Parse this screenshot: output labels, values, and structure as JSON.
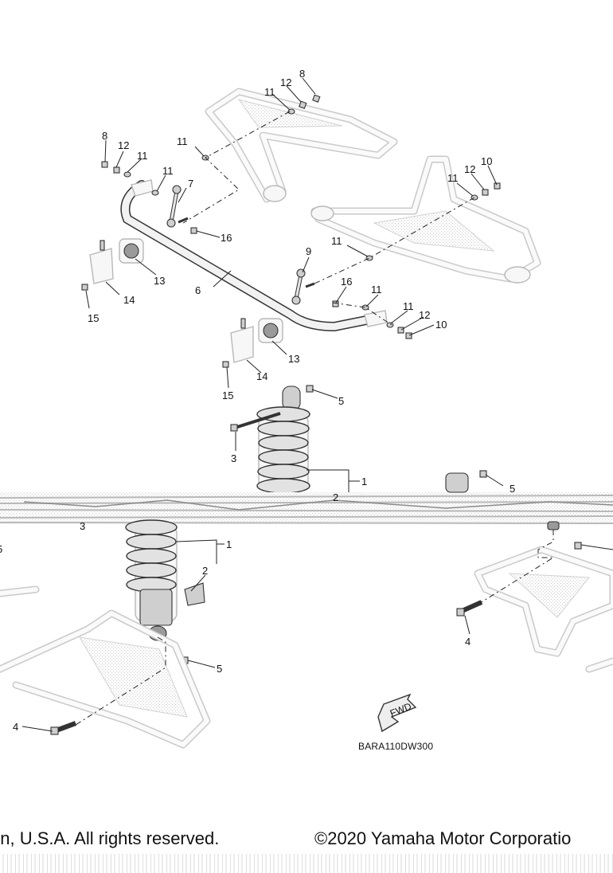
{
  "diagram": {
    "code": "BARA110DW300",
    "fwd_label": "FWD",
    "callouts": {
      "c1a": "1",
      "c1b": "1",
      "c2a": "2",
      "c2b": "2",
      "c3a": "3",
      "c3b": "3",
      "c4a": "4",
      "c4b": "4",
      "c5a": "5",
      "c5b": "5",
      "c5c": "5",
      "c5d": "5",
      "c6": "6",
      "c7": "7",
      "c8a": "8",
      "c8b": "8",
      "c9": "9",
      "c10a": "10",
      "c10b": "10",
      "c11a": "11",
      "c11b": "11",
      "c11c": "11",
      "c11d": "11",
      "c11e": "11",
      "c11f": "11",
      "c11g": "11",
      "c11h": "11",
      "c12a": "12",
      "c12b": "12",
      "c12c": "12",
      "c12d": "12",
      "c13a": "13",
      "c13b": "13",
      "c14a": "14",
      "c14b": "14",
      "c15a": "15",
      "c15b": "15",
      "c16a": "16",
      "c16b": "16"
    }
  },
  "footer": {
    "rights": "on, U.S.A. All rights reserved.",
    "copyright": "©2020 Yamaha Motor Corporatio"
  }
}
